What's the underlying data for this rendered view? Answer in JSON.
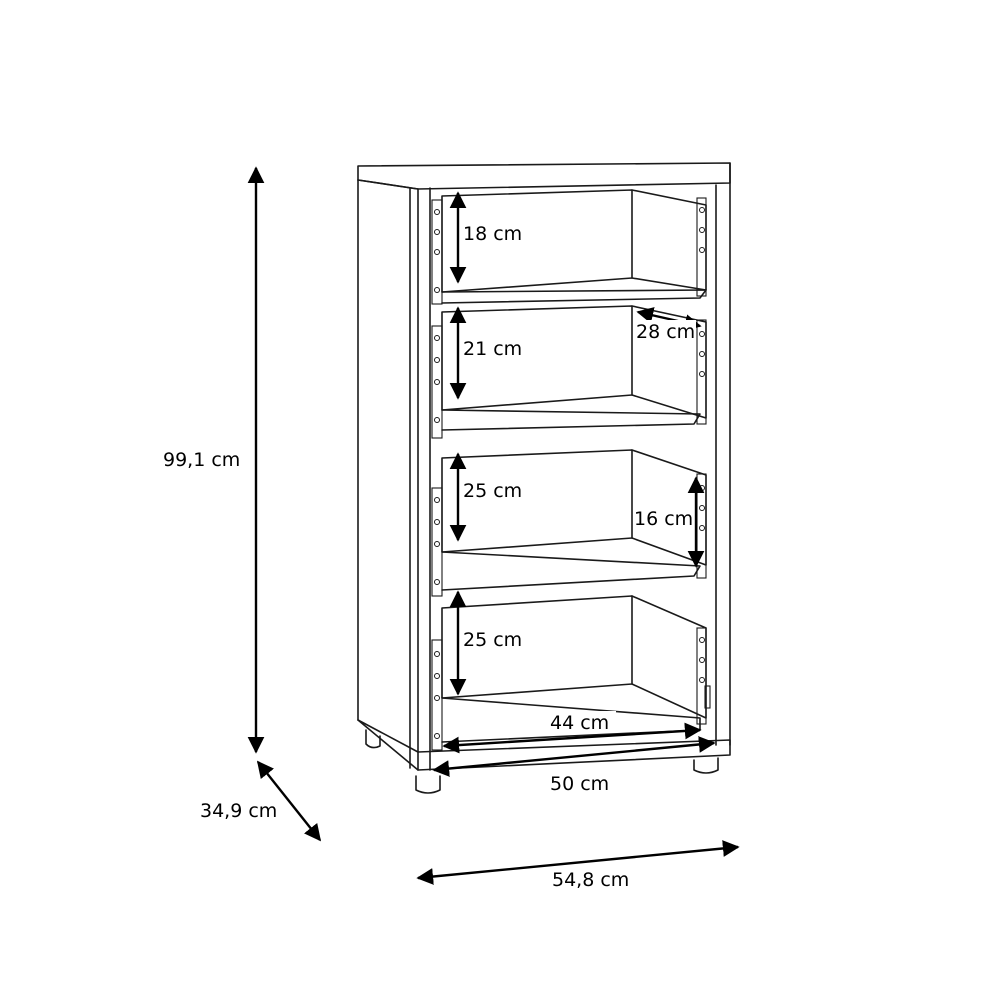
{
  "dimensions": {
    "overall_height": "99,1 cm",
    "overall_depth": "34,9 cm",
    "overall_width": "54,8 cm",
    "inner_width": "50 cm",
    "shelf_width": "44 cm",
    "compartment_1_height": "18 cm",
    "compartment_2_height": "21 cm",
    "compartment_3_height": "25 cm",
    "compartment_4_height": "25 cm",
    "shelf_depth": "28 cm",
    "side_panel_height": "16 cm"
  }
}
